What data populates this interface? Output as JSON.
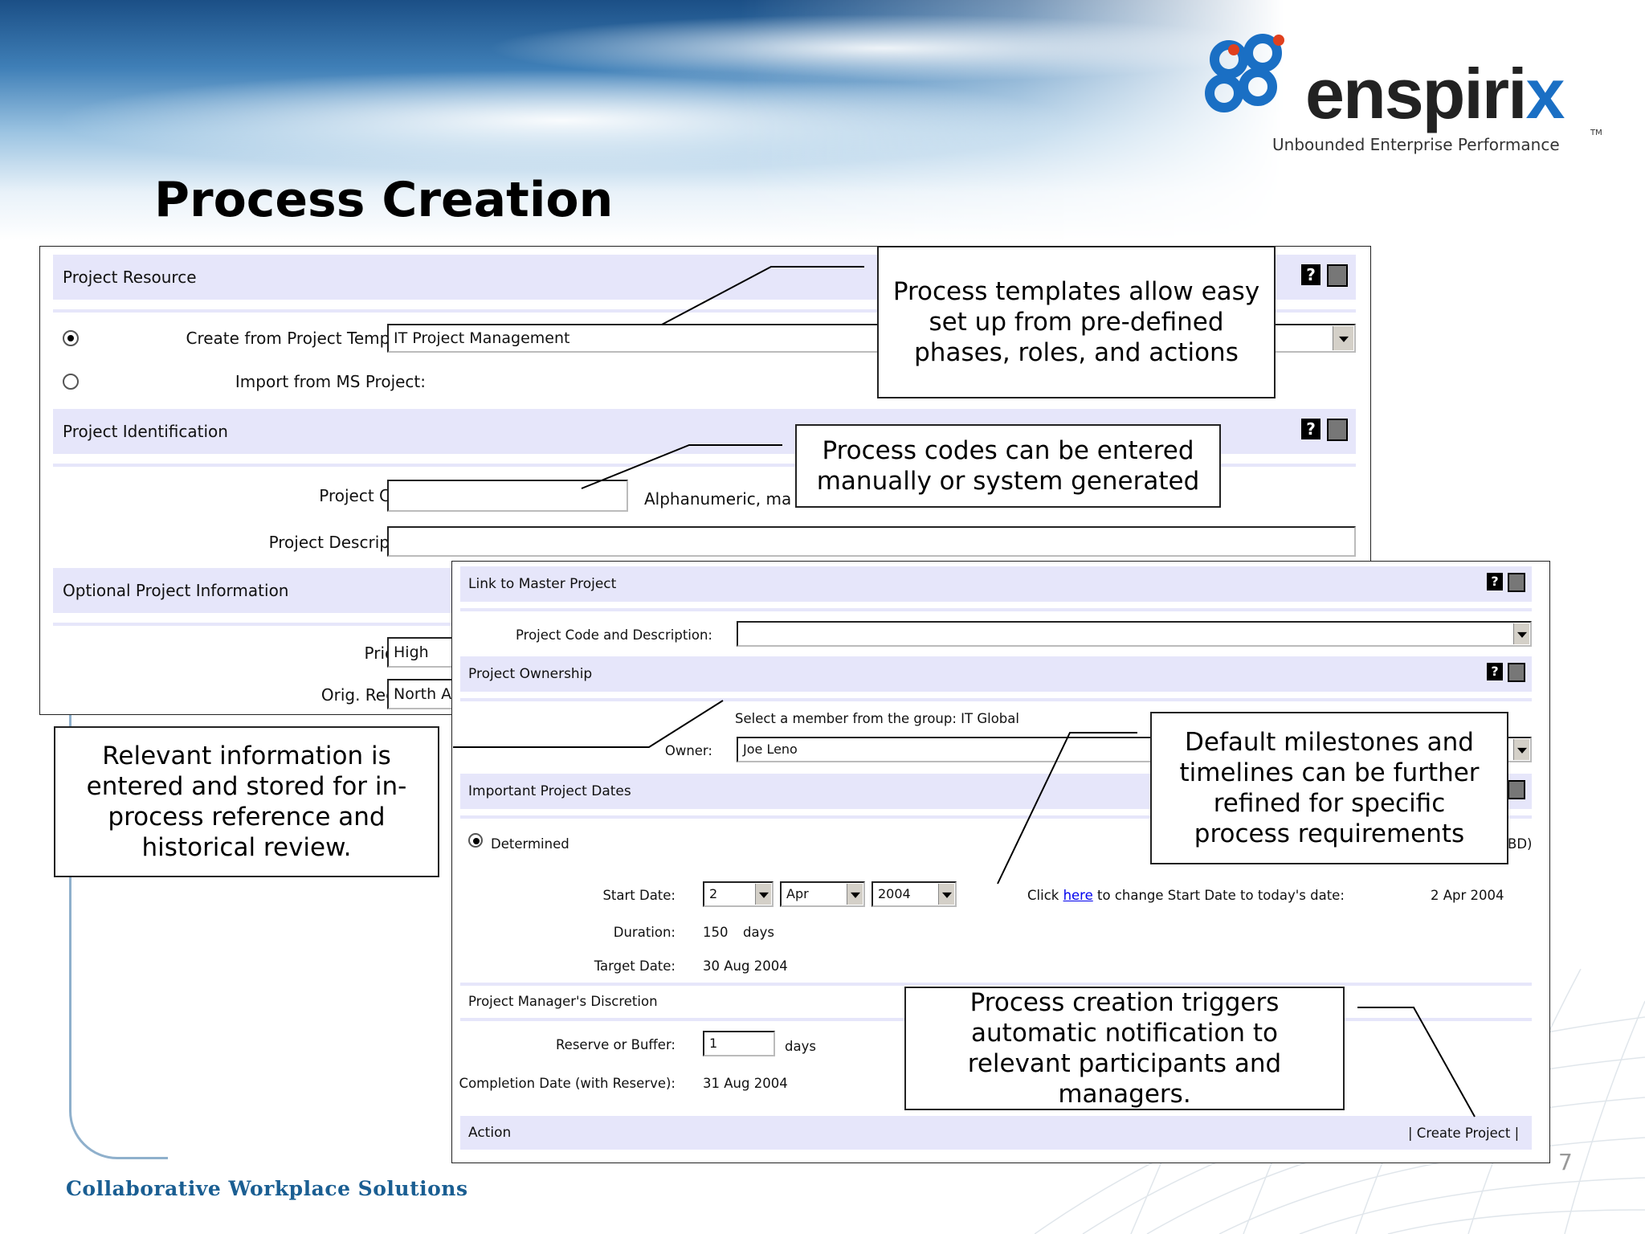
{
  "slide": {
    "title": "Process Creation",
    "footer": "Collaborative Workplace Solutions",
    "page_number": "7"
  },
  "logo": {
    "word_main": "enspiri",
    "word_accent": "x",
    "tagline": "Unbounded Enterprise Performance",
    "tm": "TM",
    "colors": {
      "blue": "#1a6fc4",
      "red": "#e0401e"
    }
  },
  "window1": {
    "project_resource": {
      "title": "Project Resource",
      "template_label": "Create from Project Template:",
      "template_value": "IT Project Management",
      "import_label": "Import from MS Project:"
    },
    "project_identification": {
      "title": "Project Identification",
      "code_label": "Project Code:",
      "code_value": "",
      "code_hint": "Alphanumeric, ma",
      "description_label": "Project Description:",
      "description_value": ""
    },
    "optional_info": {
      "title": "Optional Project Information",
      "priority_label": "Priority:",
      "priority_value": "High",
      "region_label": "Orig. Region:",
      "region_value": "North A"
    },
    "help_icon": "?"
  },
  "window2": {
    "master_project": {
      "title": "Link to Master Project",
      "code_desc_label": "Project Code and Description:",
      "code_desc_value": ""
    },
    "ownership": {
      "title": "Project Ownership",
      "group_text": "Select a member from the group: IT Global",
      "owner_label": "Owner:",
      "owner_value": "Joe Leno"
    },
    "dates": {
      "title": "Important Project Dates",
      "determined_label": "Determined",
      "right_fragment": "BD)",
      "start_label": "Start Date:",
      "start_day": "2",
      "start_month": "Apr",
      "start_year": "2004",
      "click_prefix": "Click",
      "click_link": "here",
      "click_suffix": "to change Start Date to today's date:",
      "today_value": "2 Apr 2004",
      "duration_label": "Duration:",
      "duration_value": "150",
      "duration_unit": "days",
      "target_label": "Target Date:",
      "target_value": "30 Aug 2004"
    },
    "discretion": {
      "title": "Project Manager's Discretion",
      "reserve_label": "Reserve or Buffer:",
      "reserve_value": "1",
      "reserve_unit": "days",
      "completion_label": "Completion Date (with Reserve):",
      "completion_value": "31 Aug 2004"
    },
    "action": {
      "title": "Action",
      "create_button": "| Create Project |"
    },
    "help_icon": "?"
  },
  "callouts": {
    "templates": "Process templates allow easy set up from pre-defined phases, roles, and actions",
    "codes": "Process codes can be entered manually or system generated",
    "relevant": "Relevant information is entered and stored for in-process reference and historical review.",
    "milestones": "Default milestones and timelines can be further refined for specific process requirements",
    "notification": "Process creation triggers automatic notification to relevant participants and managers."
  }
}
